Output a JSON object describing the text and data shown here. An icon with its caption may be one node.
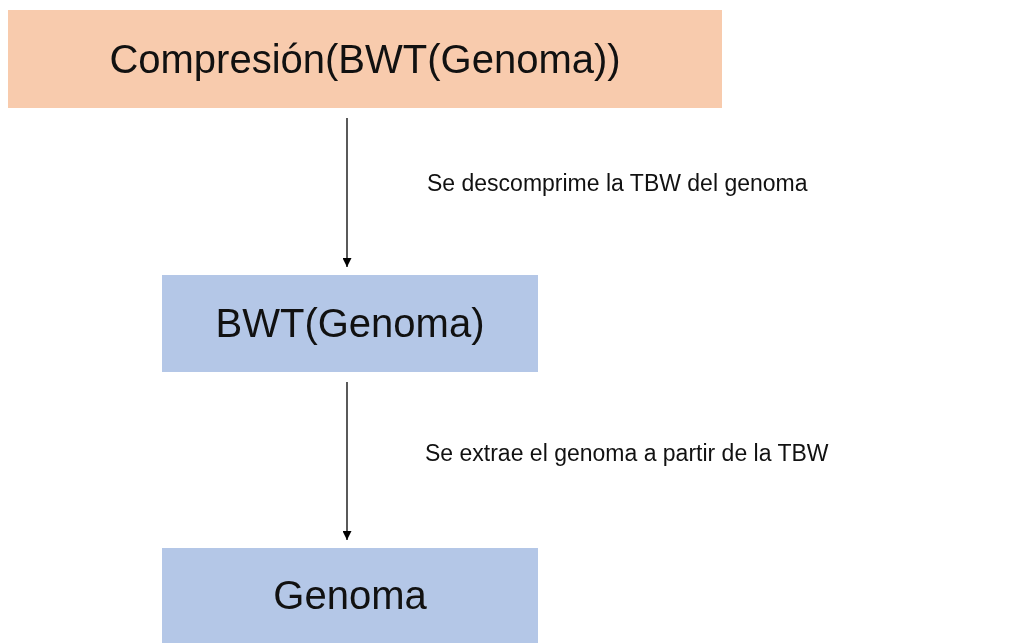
{
  "diagram": {
    "nodes": [
      {
        "text": [
          "Compresión(BWT(Genoma))"
        ]
      },
      {
        "text": [
          "BWT(Genoma)"
        ]
      },
      {
        "text": [
          "Genoma"
        ]
      }
    ],
    "edges": [
      {
        "from": 0,
        "to": 1,
        "arrow": "to",
        "label": "Se descomprime la TBW del genoma"
      },
      {
        "from": 1,
        "to": 2,
        "arrow": "to",
        "label": "Se extrae el genoma a partir de la TBW"
      }
    ]
  }
}
